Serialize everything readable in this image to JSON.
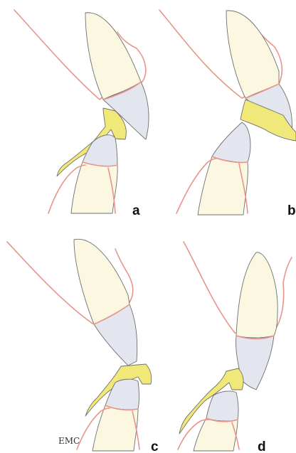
{
  "panels": [
    {
      "id": "a",
      "label": "a"
    },
    {
      "id": "b",
      "label": "b"
    },
    {
      "id": "c",
      "label": "c"
    },
    {
      "id": "d",
      "label": "d"
    }
  ],
  "signature": "EMC",
  "colors": {
    "gingiva": "#e8948c",
    "enamel": "#fbf7e1",
    "root_tissue": "#e3e6ee",
    "splint": "#f0e878",
    "outline": "#6f6f6f",
    "label": "#111111"
  }
}
